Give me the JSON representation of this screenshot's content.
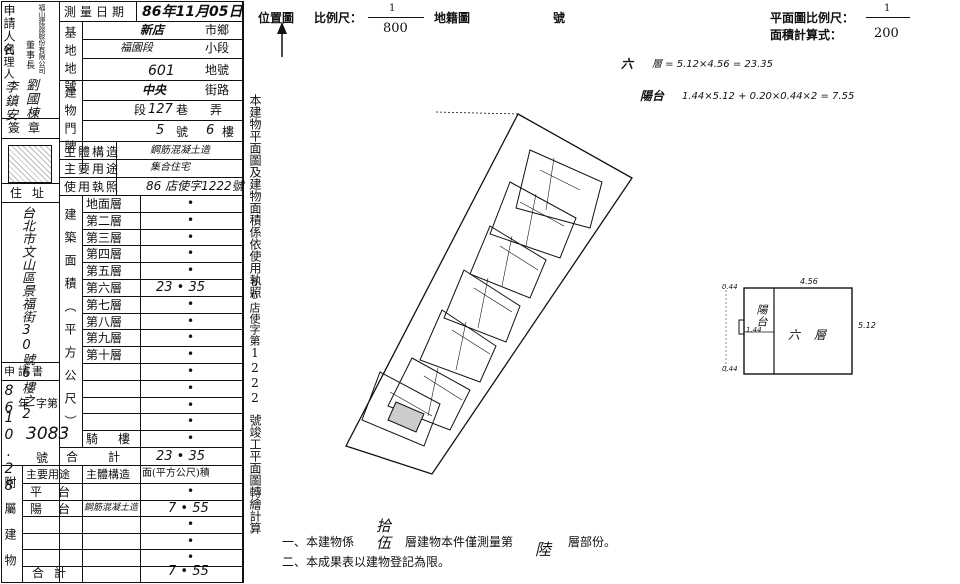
{
  "applicant": {
    "label_applicant": "申請人名",
    "applicant_name": "福山建設股份有限公司",
    "chairman_label": "董事長",
    "chairman_name": "劉國棟",
    "agent_label": "代理人",
    "agent_name": "李鎮安",
    "seal_label": "簽章",
    "address_label": "住址",
    "address_value": "台北市文山區景福街30號6樓之2",
    "app_no_label": "申請書",
    "app_year": "86",
    "app_year_unit": "年",
    "app_date": "10.28",
    "app_char_label": "字第",
    "app_number": "3083",
    "app_no_unit": "號"
  },
  "survey": {
    "date_label": "測量日期",
    "date_value": "86年11月05日",
    "base_label": "基地地號",
    "township": "新店",
    "township_unit": "市鄉",
    "section": "福園段",
    "section_unit": "段",
    "subsection_unit": "小段",
    "lot_no": "601",
    "lot_unit": "地號",
    "building_label": "建物門牌",
    "street": "中央",
    "street_unit": "街路",
    "lane_section": "段",
    "lane": "127",
    "lane_unit": "巷",
    "alley_unit": "弄",
    "house_no": "5",
    "house_unit": "號",
    "floor_no": "6",
    "floor_unit": "樓",
    "structure_label": "主體構造",
    "structure_value": "鋼筋混凝土造",
    "use_label": "主要用途",
    "use_value": "集合住宅",
    "license_label": "使用執照",
    "license_value": "86 店使字1222號"
  },
  "area_table": {
    "side_label": "建築面積（平方公尺）",
    "floors": [
      {
        "name": "地面層",
        "value": "•"
      },
      {
        "name": "第二層",
        "value": "•"
      },
      {
        "name": "第三層",
        "value": "•"
      },
      {
        "name": "第四層",
        "value": "•"
      },
      {
        "name": "第五層",
        "value": "•"
      },
      {
        "name": "第六層",
        "value": "23 • 35"
      },
      {
        "name": "第七層",
        "value": "•"
      },
      {
        "name": "第八層",
        "value": "•"
      },
      {
        "name": "第九層",
        "value": "•"
      },
      {
        "name": "第十層",
        "value": "•"
      },
      {
        "name": "",
        "value": "•"
      },
      {
        "name": "",
        "value": "•"
      },
      {
        "name": "",
        "value": "•"
      },
      {
        "name": "",
        "value": "•"
      },
      {
        "name": "騎樓",
        "value": "•"
      }
    ],
    "total_label": "合計",
    "total_value": "23 • 35"
  },
  "annex": {
    "side_label": "附屬建物",
    "col_use": "主要用途",
    "col_struct": "主體構造",
    "col_area": "面(平方公尺)積",
    "rows": [
      {
        "use": "平台",
        "struct": "",
        "area": "•"
      },
      {
        "use": "陽台",
        "struct": "鋼筋混凝土造",
        "area": "7 • 55"
      },
      {
        "use": "",
        "struct": "",
        "area": "•"
      },
      {
        "use": "",
        "struct": "",
        "area": "•"
      },
      {
        "use": "",
        "struct": "",
        "area": "•"
      }
    ],
    "total_label": "合計",
    "total_value": "7 • 55"
  },
  "header": {
    "location_label": "位置圖",
    "scale_label": "比例尺：",
    "scale_num": "1",
    "scale_den": "800",
    "cadastral_label": "地籍圖",
    "no_label": "號",
    "floorplan_label": "平面圖比例尺：",
    "floorplan_scale_num": "1",
    "area_calc_label": "面積計算式：",
    "area_calc_value": "200"
  },
  "calc": {
    "line1_label": "六",
    "line1": "層 = 5.12×4.56 = 23.35",
    "line2_label": "陽台",
    "line2": "1.44×5.12 + 0.20×0.44×2 = 7.55"
  },
  "plan": {
    "top_dim": "4.56",
    "right_dim": "5.12",
    "left_dim": "1.44",
    "balcony_label": "陽台",
    "room_label": "六層",
    "small_dim_top": "0.44",
    "small_dim_bottom": "0.44"
  },
  "center_vertical": {
    "text1": "本建物平面圖及建物面積係依使用執照",
    "text2": "86店使字第",
    "text3": "1222",
    "text4": "號竣工平面圖轉繪計算"
  },
  "footer": {
    "note1_pre": "一、本建物係",
    "note1_floors": "拾伍",
    "note1_mid": "層建物本件僅測量第",
    "note1_floor": "陸",
    "note1_post": "層部份。",
    "note2": "二、本成果表以建物登記為限。"
  }
}
